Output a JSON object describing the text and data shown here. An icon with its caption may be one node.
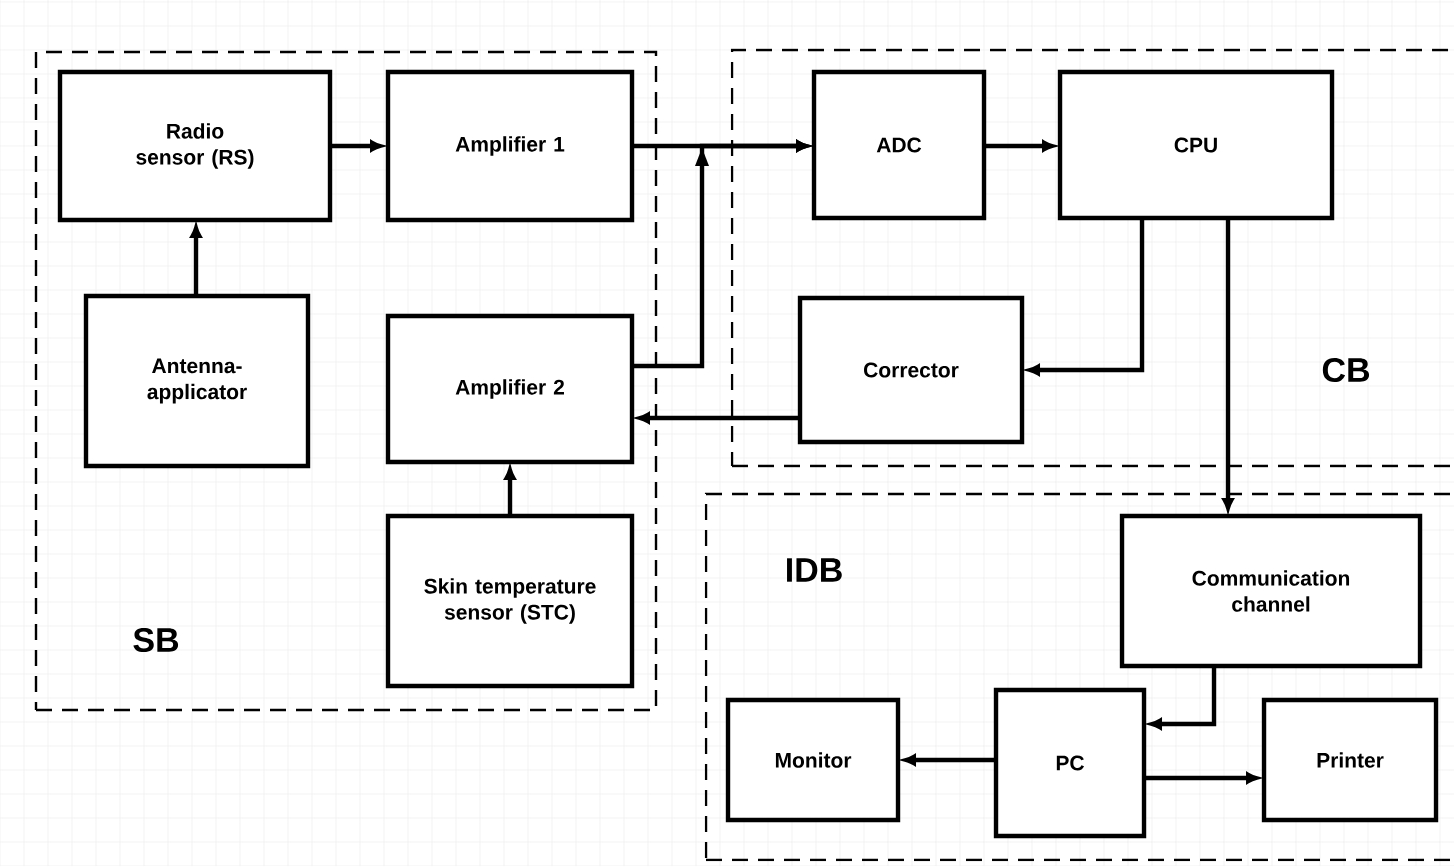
{
  "diagram": {
    "nodes": [
      {
        "text": [
          "SB"
        ]
      },
      {
        "text": [
          "Radio sensor (RS)"
        ],
        "in": 0
      },
      {
        "text": [
          "Amplifier 1"
        ],
        "in": 0
      },
      {
        "text": [
          "Antenna-applicator"
        ],
        "in": 0
      },
      {
        "text": [
          "Amplifier 2"
        ],
        "in": 0
      },
      {
        "text": [
          "Skin temperature sensor (STC)"
        ],
        "in": 0
      },
      {
        "text": [
          "CB"
        ]
      },
      {
        "text": [
          "ADC"
        ],
        "in": 6
      },
      {
        "text": [
          "CPU"
        ],
        "in": 6
      },
      {
        "text": [
          "Corrector"
        ],
        "in": 6
      },
      {
        "text": [
          "IDB"
        ]
      },
      {
        "text": [
          "Communication channel"
        ],
        "in": 10
      },
      {
        "text": [
          "Monitor"
        ],
        "in": 10
      },
      {
        "text": [
          "PC"
        ],
        "in": 10
      },
      {
        "text": [
          "Printer"
        ],
        "in": 10
      }
    ],
    "edges": [
      {
        "from": 3,
        "to": 1,
        "arrow": "to"
      },
      {
        "from": 1,
        "to": 2,
        "arrow": "to"
      },
      {
        "from": 5,
        "to": 4,
        "arrow": "to"
      },
      {
        "from": 2,
        "to": 7,
        "arrow": "to"
      },
      {
        "from": 4,
        "to": 7,
        "arrow": "to"
      },
      {
        "from": 7,
        "to": 8,
        "arrow": "to"
      },
      {
        "from": 8,
        "to": 9,
        "arrow": "to"
      },
      {
        "from": 9,
        "to": 4,
        "arrow": "to"
      },
      {
        "from": 8,
        "to": 11,
        "arrow": "to"
      },
      {
        "from": 11,
        "to": 13,
        "arrow": "to"
      },
      {
        "from": 13,
        "to": 12,
        "arrow": "to"
      },
      {
        "from": 13,
        "to": 14,
        "arrow": "to"
      }
    ]
  }
}
